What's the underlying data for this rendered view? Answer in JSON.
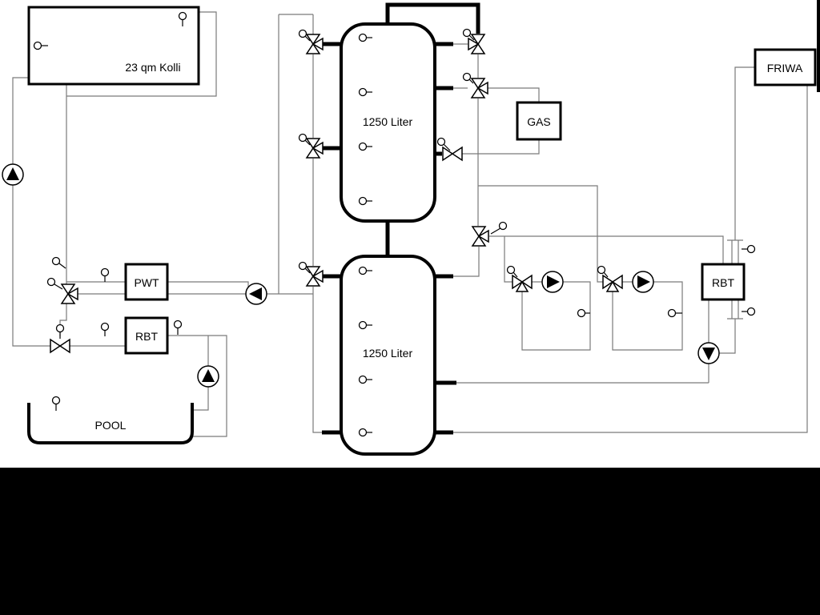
{
  "diagram_type": "heating-system-hydraulic-schematic",
  "labels": {
    "collector": "23 qm Kolli",
    "tank_top": "1250 Liter",
    "tank_bottom": "1250 Liter",
    "gas_boiler": "GAS",
    "friwa": "FRIWA",
    "pwt": "PWT",
    "rbt_left": "RBT",
    "rbt_right": "RBT",
    "pool": "POOL"
  },
  "colors": {
    "background": "#ffffff",
    "pipe_thin": "#7a7a7a",
    "pipe_thick": "#000000",
    "symbol_fill": "#ffffff",
    "mask": "#000000"
  },
  "icons": {
    "pump": "circle-with-solid-triangle",
    "valve": "bowtie-triangles",
    "three_way_valve": "bowtie-with-third-triangle",
    "sensor": "small-circle-with-stem",
    "heat_exchanger": "double-vertical-lines-with-caps"
  }
}
